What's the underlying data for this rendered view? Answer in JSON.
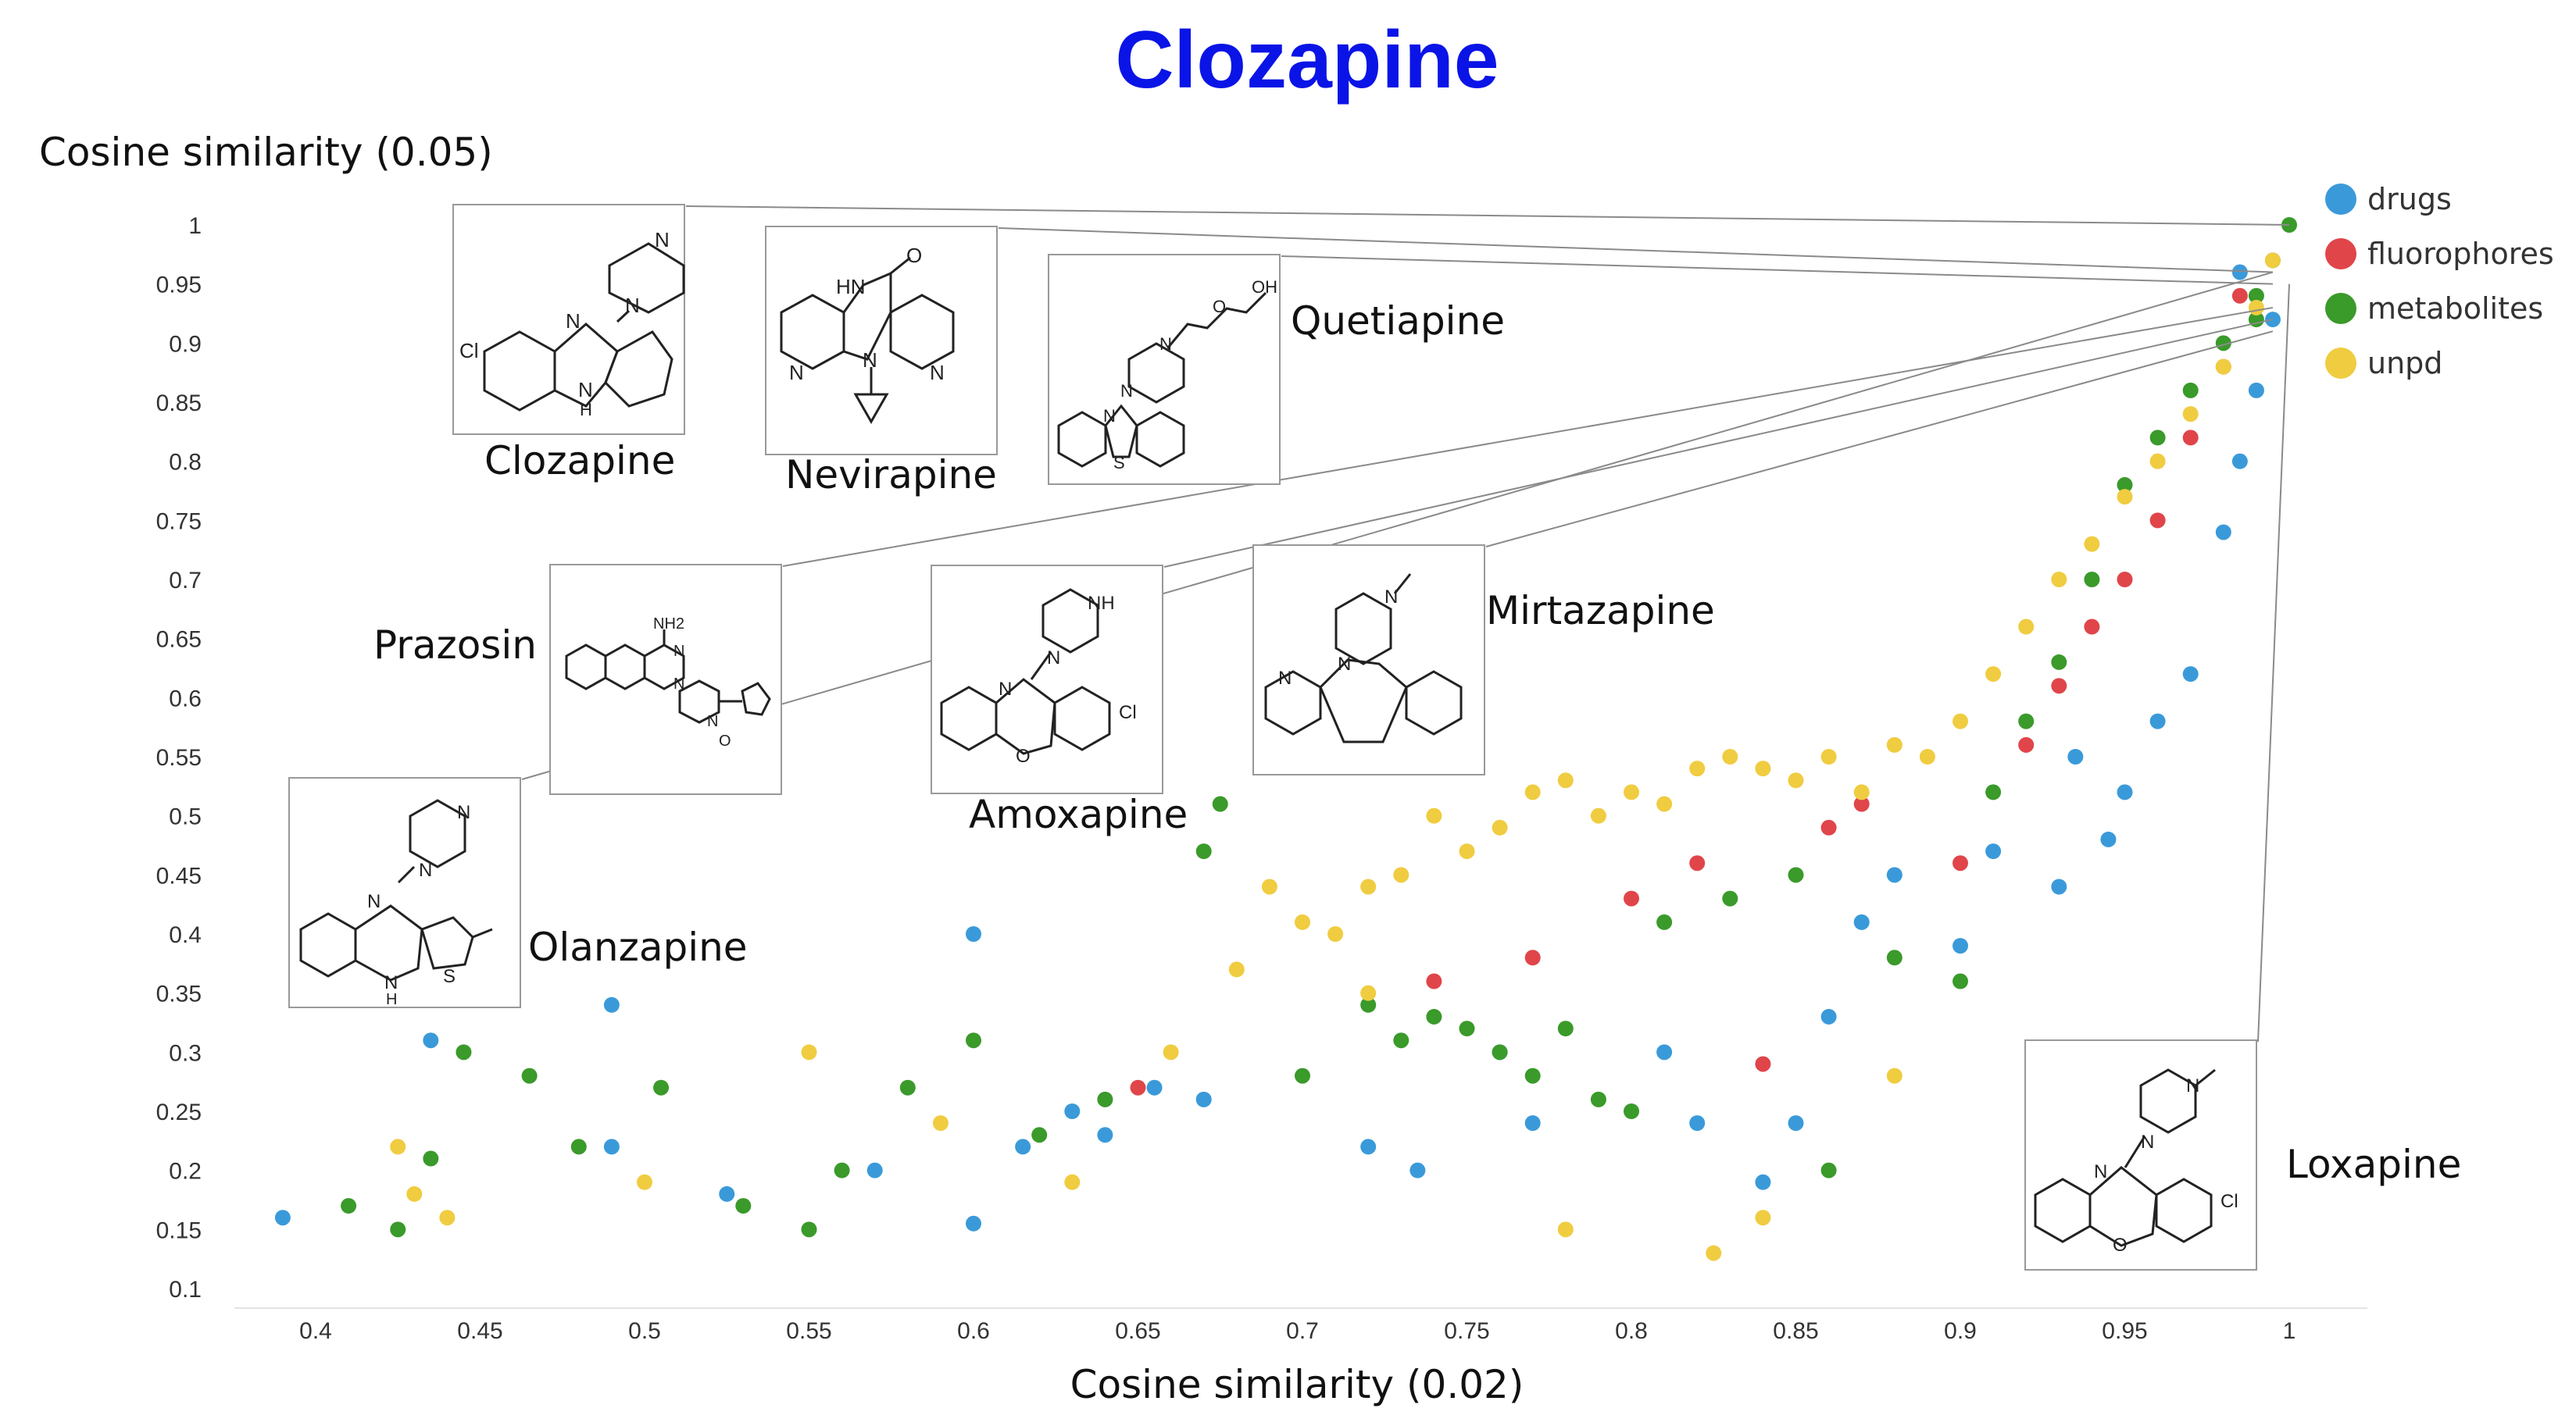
{
  "chart_data": {
    "type": "scatter",
    "title": "Clozapine",
    "xlabel": "Cosine similarity (0.02)",
    "ylabel": "Cosine similarity (0.05)",
    "xlim": [
      0.38,
      1.02
    ],
    "ylim": [
      0.1,
      1.0
    ],
    "x_ticks": [
      "0.4",
      "0.45",
      "0.5",
      "0.55",
      "0.6",
      "0.65",
      "0.7",
      "0.75",
      "0.8",
      "0.85",
      "0.9",
      "0.95",
      "1"
    ],
    "y_ticks": [
      "1",
      "0.95",
      "0.9",
      "0.85",
      "0.8",
      "0.75",
      "0.7",
      "0.65",
      "0.6",
      "0.55",
      "0.5",
      "0.45",
      "0.4",
      "0.35",
      "0.3",
      "0.25",
      "0.2",
      "0.15",
      "0.1"
    ],
    "legend_position": "top-right",
    "grid": false,
    "series": [
      {
        "name": "drugs",
        "color": "#3a9ad9",
        "points": [
          [
            0.39,
            0.16
          ],
          [
            0.435,
            0.31
          ],
          [
            0.49,
            0.34
          ],
          [
            0.49,
            0.22
          ],
          [
            0.6,
            0.4
          ],
          [
            0.525,
            0.18
          ],
          [
            0.6,
            0.155
          ],
          [
            0.57,
            0.2
          ],
          [
            0.615,
            0.22
          ],
          [
            0.63,
            0.25
          ],
          [
            0.64,
            0.23
          ],
          [
            0.655,
            0.27
          ],
          [
            0.67,
            0.26
          ],
          [
            0.72,
            0.22
          ],
          [
            0.735,
            0.2
          ],
          [
            0.76,
            0.3
          ],
          [
            0.77,
            0.24
          ],
          [
            0.81,
            0.3
          ],
          [
            0.82,
            0.24
          ],
          [
            0.84,
            0.19
          ],
          [
            0.85,
            0.24
          ],
          [
            0.86,
            0.33
          ],
          [
            0.87,
            0.41
          ],
          [
            0.88,
            0.45
          ],
          [
            0.9,
            0.39
          ],
          [
            0.91,
            0.47
          ],
          [
            0.93,
            0.44
          ],
          [
            0.945,
            0.48
          ],
          [
            0.96,
            0.58
          ],
          [
            0.97,
            0.62
          ],
          [
            0.98,
            0.74
          ],
          [
            0.985,
            0.8
          ],
          [
            0.99,
            0.86
          ],
          [
            0.995,
            0.92
          ],
          [
            0.985,
            0.96
          ],
          [
            0.95,
            0.52
          ],
          [
            0.935,
            0.55
          ]
        ]
      },
      {
        "name": "fluorophores",
        "color": "#e0454a",
        "points": [
          [
            0.65,
            0.27
          ],
          [
            0.74,
            0.36
          ],
          [
            0.77,
            0.38
          ],
          [
            0.8,
            0.43
          ],
          [
            0.82,
            0.46
          ],
          [
            0.84,
            0.29
          ],
          [
            0.86,
            0.49
          ],
          [
            0.87,
            0.51
          ],
          [
            0.9,
            0.46
          ],
          [
            0.92,
            0.56
          ],
          [
            0.93,
            0.61
          ],
          [
            0.94,
            0.66
          ],
          [
            0.95,
            0.7
          ],
          [
            0.96,
            0.75
          ],
          [
            0.97,
            0.82
          ],
          [
            0.98,
            0.88
          ],
          [
            0.985,
            0.94
          ]
        ]
      },
      {
        "name": "metabolites",
        "color": "#3a9a2a",
        "points": [
          [
            0.41,
            0.17
          ],
          [
            0.425,
            0.15
          ],
          [
            0.435,
            0.21
          ],
          [
            0.445,
            0.3
          ],
          [
            0.465,
            0.28
          ],
          [
            0.48,
            0.22
          ],
          [
            0.505,
            0.27
          ],
          [
            0.53,
            0.17
          ],
          [
            0.55,
            0.15
          ],
          [
            0.56,
            0.2
          ],
          [
            0.58,
            0.27
          ],
          [
            0.6,
            0.31
          ],
          [
            0.62,
            0.23
          ],
          [
            0.64,
            0.26
          ],
          [
            0.67,
            0.47
          ],
          [
            0.675,
            0.51
          ],
          [
            0.7,
            0.28
          ],
          [
            0.72,
            0.34
          ],
          [
            0.73,
            0.31
          ],
          [
            0.74,
            0.33
          ],
          [
            0.75,
            0.32
          ],
          [
            0.76,
            0.3
          ],
          [
            0.77,
            0.28
          ],
          [
            0.78,
            0.32
          ],
          [
            0.79,
            0.26
          ],
          [
            0.8,
            0.25
          ],
          [
            0.81,
            0.41
          ],
          [
            0.83,
            0.43
          ],
          [
            0.85,
            0.45
          ],
          [
            0.86,
            0.2
          ],
          [
            0.88,
            0.38
          ],
          [
            0.9,
            0.36
          ],
          [
            0.91,
            0.52
          ],
          [
            0.92,
            0.58
          ],
          [
            0.93,
            0.63
          ],
          [
            0.94,
            0.7
          ],
          [
            0.95,
            0.78
          ],
          [
            0.96,
            0.82
          ],
          [
            0.97,
            0.86
          ],
          [
            0.98,
            0.9
          ],
          [
            0.99,
            0.94
          ],
          [
            1.0,
            1.0
          ],
          [
            0.995,
            0.97
          ],
          [
            0.99,
            0.92
          ]
        ]
      },
      {
        "name": "unpd",
        "color": "#f0cc40",
        "points": [
          [
            0.425,
            0.22
          ],
          [
            0.43,
            0.18
          ],
          [
            0.44,
            0.16
          ],
          [
            0.5,
            0.19
          ],
          [
            0.55,
            0.3
          ],
          [
            0.59,
            0.24
          ],
          [
            0.63,
            0.19
          ],
          [
            0.66,
            0.3
          ],
          [
            0.68,
            0.37
          ],
          [
            0.69,
            0.44
          ],
          [
            0.7,
            0.41
          ],
          [
            0.71,
            0.4
          ],
          [
            0.72,
            0.44
          ],
          [
            0.73,
            0.45
          ],
          [
            0.74,
            0.5
          ],
          [
            0.75,
            0.47
          ],
          [
            0.76,
            0.49
          ],
          [
            0.77,
            0.52
          ],
          [
            0.78,
            0.53
          ],
          [
            0.79,
            0.5
          ],
          [
            0.8,
            0.52
          ],
          [
            0.81,
            0.51
          ],
          [
            0.82,
            0.54
          ],
          [
            0.83,
            0.55
          ],
          [
            0.84,
            0.54
          ],
          [
            0.85,
            0.53
          ],
          [
            0.86,
            0.55
          ],
          [
            0.87,
            0.52
          ],
          [
            0.88,
            0.56
          ],
          [
            0.89,
            0.55
          ],
          [
            0.9,
            0.58
          ],
          [
            0.91,
            0.62
          ],
          [
            0.92,
            0.66
          ],
          [
            0.93,
            0.7
          ],
          [
            0.94,
            0.73
          ],
          [
            0.95,
            0.77
          ],
          [
            0.96,
            0.8
          ],
          [
            0.97,
            0.84
          ],
          [
            0.98,
            0.88
          ],
          [
            0.99,
            0.93
          ],
          [
            0.995,
            0.97
          ],
          [
            0.825,
            0.13
          ],
          [
            0.78,
            0.15
          ],
          [
            0.84,
            0.16
          ],
          [
            0.72,
            0.35
          ],
          [
            0.88,
            0.28
          ]
        ]
      }
    ],
    "annotations": [
      {
        "label": "Clozapine",
        "x": 1.0,
        "y": 1.0
      },
      {
        "label": "Nevirapine",
        "x": 0.995,
        "y": 0.96
      },
      {
        "label": "Quetiapine",
        "x": 0.995,
        "y": 0.95
      },
      {
        "label": "Prazosin",
        "x": 0.995,
        "y": 0.93
      },
      {
        "label": "Amoxapine",
        "x": 0.995,
        "y": 0.92
      },
      {
        "label": "Mirtazapine",
        "x": 0.995,
        "y": 0.91
      },
      {
        "label": "Olanzapine",
        "x": 0.995,
        "y": 0.96
      },
      {
        "label": "Loxapine",
        "x": 1.0,
        "y": 0.95
      }
    ],
    "molecule_atoms": {
      "clozapine": [
        "N",
        "N",
        "N",
        "Cl",
        "N",
        "H"
      ],
      "nevirapine": [
        "O",
        "HN",
        "N",
        "N",
        "N"
      ],
      "quetiapine": [
        "O",
        "OH",
        "N",
        "N",
        "N",
        "S"
      ],
      "prazosin": [
        "NH2",
        "N",
        "N",
        "N",
        "O"
      ],
      "amoxapine": [
        "NH",
        "N",
        "N",
        "Cl",
        "O"
      ],
      "mirtazapine": [
        "N",
        "N",
        "N"
      ],
      "olanzapine": [
        "N",
        "N",
        "N",
        "N",
        "H",
        "S"
      ],
      "loxapine": [
        "N",
        "N",
        "N",
        "Cl",
        "O"
      ]
    }
  }
}
